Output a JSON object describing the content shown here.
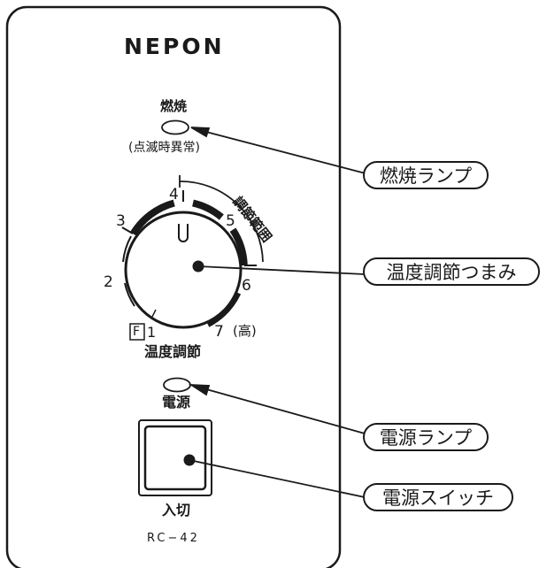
{
  "panel": {
    "brand": "NEPON",
    "model": "RC−42",
    "combustion_label": "燃焼",
    "combustion_note": "(点滅時異常)",
    "dial_title": "温度調節",
    "range_label": "調節範囲",
    "dial_numbers": [
      "1",
      "2",
      "3",
      "4",
      "5",
      "6",
      "7"
    ],
    "f_mark": "F",
    "high_note": "(高)",
    "power_label": "電源",
    "switch_label": "入切"
  },
  "callouts": {
    "combustion_lamp": "燃焼ランプ",
    "temp_knob": "温度調節つまみ",
    "power_lamp": "電源ランプ",
    "power_switch": "電源スイッチ"
  }
}
